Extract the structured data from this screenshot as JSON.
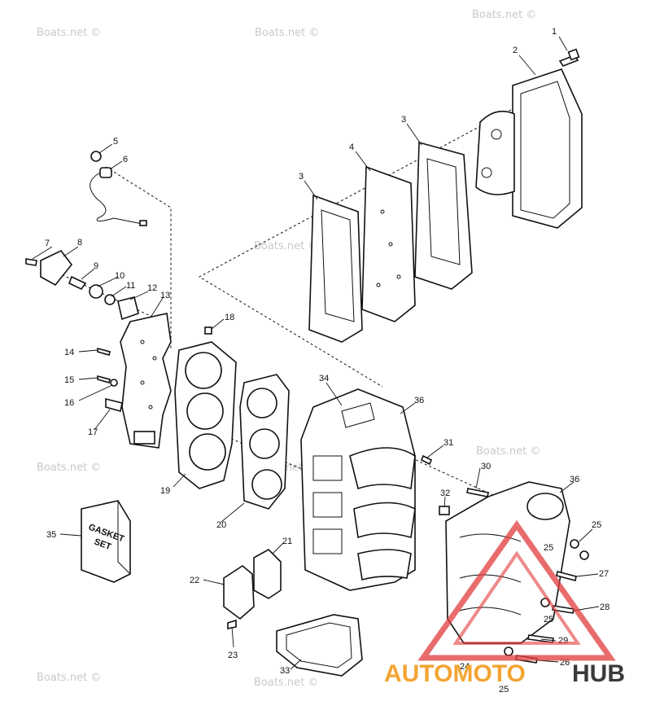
{
  "watermark": {
    "text": "Boats.net ©"
  },
  "gasket_box": {
    "line1": "GASKET",
    "line2": "SET"
  },
  "logo": {
    "part1": "AUTOMOTO",
    "part2": "HUB",
    "color_primary": "#f2a533",
    "color_triangle": "#e23b3b",
    "color_dark": "#3a3a3a"
  },
  "callouts": [
    "1",
    "2",
    "3",
    "3",
    "4",
    "5",
    "6",
    "7",
    "8",
    "9",
    "10",
    "11",
    "12",
    "13",
    "14",
    "15",
    "16",
    "17",
    "18",
    "19",
    "20",
    "21",
    "22",
    "23",
    "24",
    "25",
    "25",
    "25",
    "25",
    "26",
    "27",
    "28",
    "29",
    "30",
    "31",
    "32",
    "33",
    "34",
    "35",
    "36",
    "36"
  ]
}
